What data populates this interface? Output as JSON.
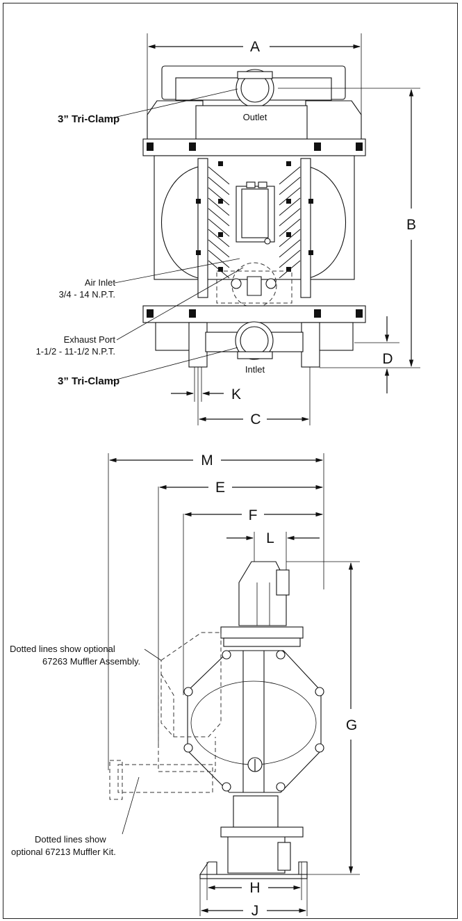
{
  "dimensions": {
    "A": "A",
    "B": "B",
    "C": "C",
    "D": "D",
    "K": "K",
    "M": "M",
    "E": "E",
    "F": "F",
    "L": "L",
    "G": "G",
    "H": "H",
    "J": "J"
  },
  "callouts": {
    "tri_clamp_top": "3” Tri-Clamp",
    "tri_clamp_bottom": "3” Tri-Clamp",
    "air_inlet_line1": "Air Inlet",
    "air_inlet_line2": "3/4 - 14 N.P.T.",
    "exhaust_line1": "Exhaust Port",
    "exhaust_line2": "1-1/2 - 11-1/2 N.P.T.",
    "outlet": "Outlet",
    "inlet": "Intlet",
    "muffler_assembly_line1": "Dotted lines show optional",
    "muffler_assembly_line2": "67263 Muffler Assembly.",
    "muffler_kit_line1": "Dotted lines show",
    "muffler_kit_line2": "optional 67213 Muffler Kit."
  }
}
